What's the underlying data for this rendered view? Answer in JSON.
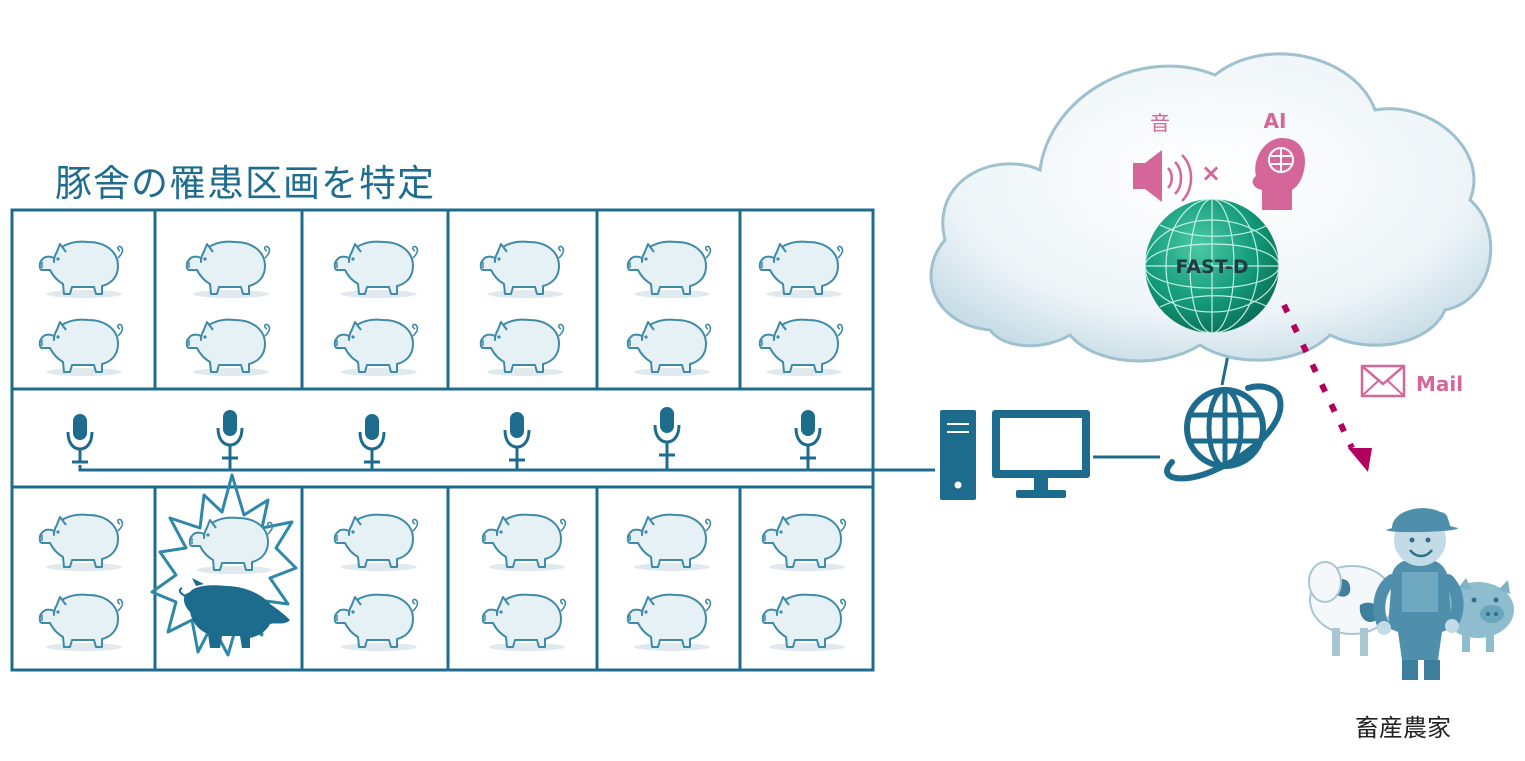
{
  "title": "豚舎の罹患区画を特定",
  "cloud": {
    "sound_label": "音",
    "ai_label": "AI",
    "times_symbol": "×",
    "globe_label": "FAST-D"
  },
  "mail_label": "Mail",
  "farmer_label": "畜産農家",
  "colors": {
    "teal": "#1d6c8d",
    "magenta": "#b3005e",
    "pink": "#d4669a",
    "globe": "#139a7a",
    "pig_fill": "#e6f1f5"
  },
  "barn": {
    "columns": 6,
    "pig_rows": [
      "top",
      "bottom"
    ],
    "pigs_per_pen": 2,
    "sick_pen": {
      "row": "bottom",
      "column": 2
    },
    "microphones": 6
  }
}
